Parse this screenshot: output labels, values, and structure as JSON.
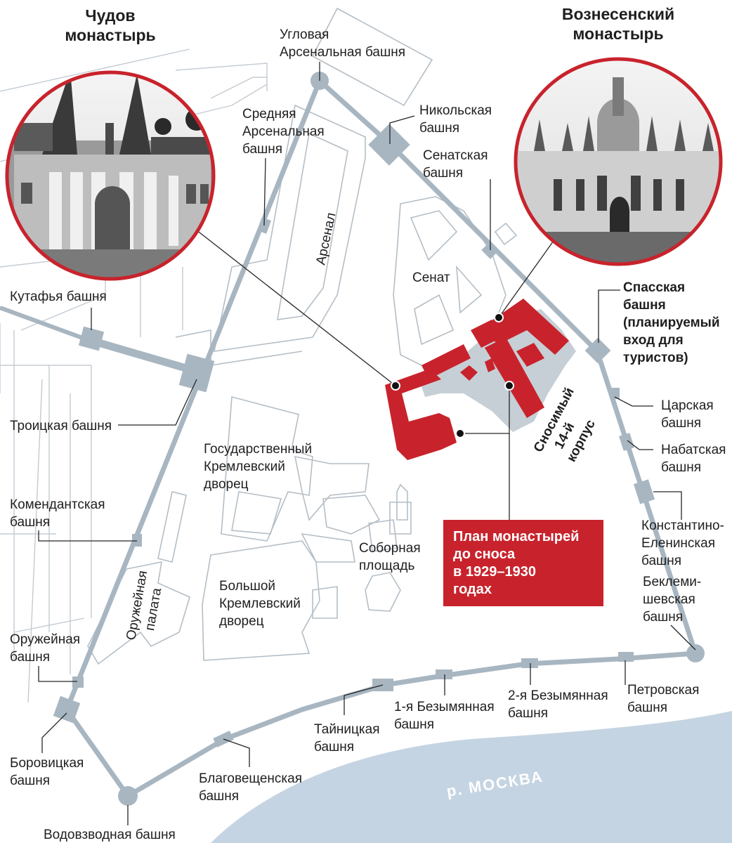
{
  "map": {
    "monasteries": {
      "chudov": {
        "title_line1": "Чудов",
        "title_line2": "монастырь"
      },
      "voznesensky": {
        "title_line1": "Вознесенский",
        "title_line2": "монастырь"
      }
    },
    "towers": {
      "uglovaya_arsenalnaya": [
        "Угловая",
        "Арсенальная башня"
      ],
      "nikolskaya": [
        "Никольская",
        "башня"
      ],
      "senatskaya": [
        "Сенатская",
        "башня"
      ],
      "srednyaya_arsenalnaya": [
        "Средняя",
        "Арсенальная",
        "башня"
      ],
      "kutafya": [
        "Кутафья башня"
      ],
      "troitskaya": [
        "Троицкая башня"
      ],
      "komendantskaya": [
        "Комендантская",
        "башня"
      ],
      "oruzheynaya": [
        "Оружейная",
        "башня"
      ],
      "borovitskaya": [
        "Боровицкая",
        "башня"
      ],
      "vodovzvodnaya": [
        "Водовзводная башня"
      ],
      "blagoveshchenskaya": [
        "Благовещенская",
        "башня"
      ],
      "taynitskaya": [
        "Тайницкая",
        "башня"
      ],
      "bezymyannaya1": [
        "1-я Безымянная",
        "башня"
      ],
      "bezymyannaya2": [
        "2-я Безымянная",
        "башня"
      ],
      "petrovskaya": [
        "Петровская",
        "башня"
      ],
      "beklemishevskaya": [
        "Беклеми-",
        "шевская",
        "башня"
      ],
      "konstantino": [
        "Константино-",
        "Еленинская",
        "башня"
      ],
      "nabatnaya": [
        "Набатская",
        "башня"
      ],
      "tsarskaya": [
        "Царская",
        "башня"
      ],
      "spasskaya": [
        "Спасская",
        "башня",
        "(планируемый",
        "вход для",
        "туристов)"
      ]
    },
    "buildings": {
      "arsenal": "Арсенал",
      "senat": "Сенат",
      "gkd": [
        "Государственный",
        "Кремлевский",
        "дворец"
      ],
      "bkd": [
        "Большой",
        "Кремлевский",
        "дворец"
      ],
      "sobornaya": [
        "Соборная",
        "площадь"
      ],
      "oruzheynaya_palata": [
        "Оружейная",
        "палата"
      ],
      "korpus14": [
        "Сносимый",
        "14-й",
        "корпус"
      ]
    },
    "river": "р. МОСКВА",
    "plan_box": [
      "План монастырей",
      "до сноса",
      "в 1929–1930",
      "годах"
    ],
    "colors": {
      "monastery_red": "#c8232c",
      "wall_gray": "#a8b6c1",
      "river_blue": "#c5d4e2"
    }
  }
}
